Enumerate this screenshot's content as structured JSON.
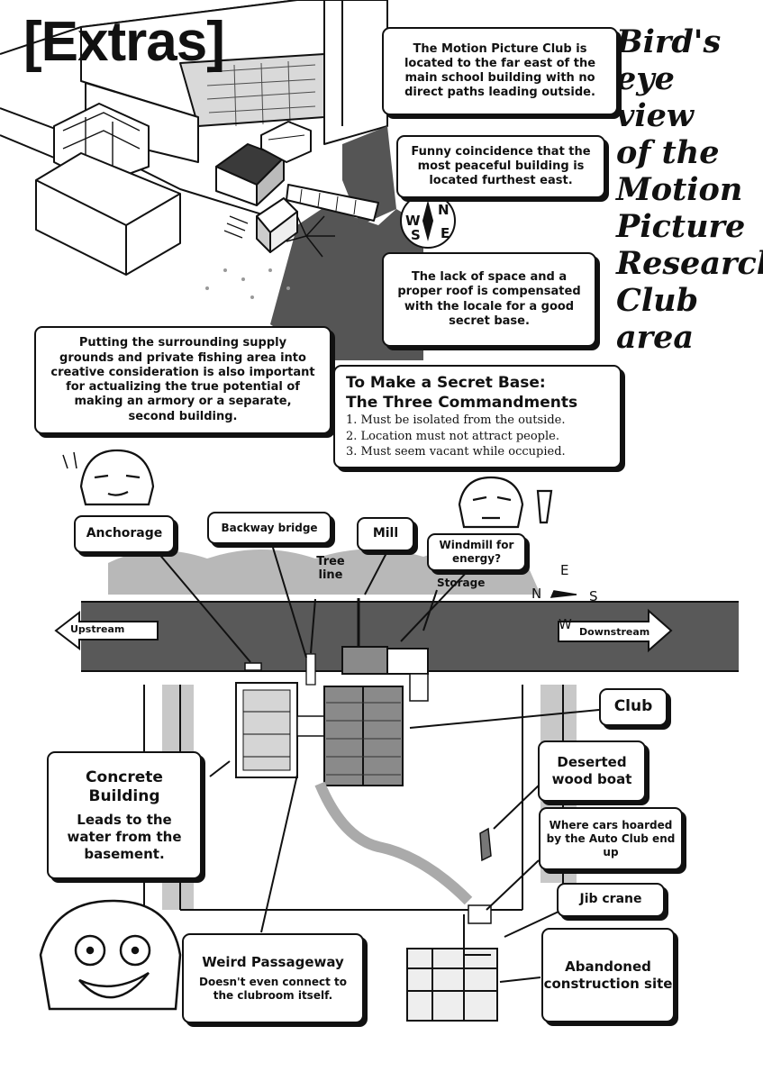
{
  "header": {
    "title": "[Extras]",
    "vertical_title_lines": [
      "Bird's",
      "eye",
      "view",
      "of the",
      "Motion",
      "Picture",
      "Research",
      "Club",
      "area"
    ]
  },
  "notes": {
    "location": "The Motion Picture Club is located to the far east of the main school building with no direct paths leading outside.",
    "coincidence": "Funny coincidence that the most peaceful building is located furthest east.",
    "space": "The lack of space and a proper roof is compensated with the locale for a good secret base.",
    "supply": "Putting the surrounding supply grounds and private fishing area into creative consideration is also important for actualizing the true potential of making an armory or a separate, second building."
  },
  "commandments": {
    "title_line1": "To Make a Secret Base:",
    "title_line2": "The Three Commandments",
    "items": [
      "1. Must be isolated from the outside.",
      "2. Location must not attract people.",
      "3. Must seem vacant while occupied."
    ]
  },
  "compass_top": {
    "n": "N",
    "w": "W",
    "s": "S",
    "e": "E"
  },
  "map_labels": {
    "anchorage": "Anchorage",
    "backway_bridge": "Backway bridge",
    "mill": "Mill",
    "tree_line": "Tree line",
    "windmill": "Windmill for energy?",
    "storage": "Storage",
    "upstream": "Upstream",
    "downstream": "Downstream",
    "club": "Club",
    "deserted_boat": "Deserted wood boat",
    "cars": "Where cars hoarded by the Auto Club end up",
    "jib_crane": "Jib crane",
    "construction": "Abandoned construction site",
    "concrete_title": "Concrete Building",
    "concrete_desc": "Leads to the water from the basement.",
    "passage_title": "Weird Passageway",
    "passage_desc": "Doesn't even connect to the clubroom itself."
  },
  "compass_map": {
    "e": "E",
    "n": "N",
    "s": "S",
    "w": "W"
  },
  "colors": {
    "ink": "#111111",
    "river": "#595959",
    "trees": "#b8b8b8",
    "paper": "#ffffff"
  }
}
